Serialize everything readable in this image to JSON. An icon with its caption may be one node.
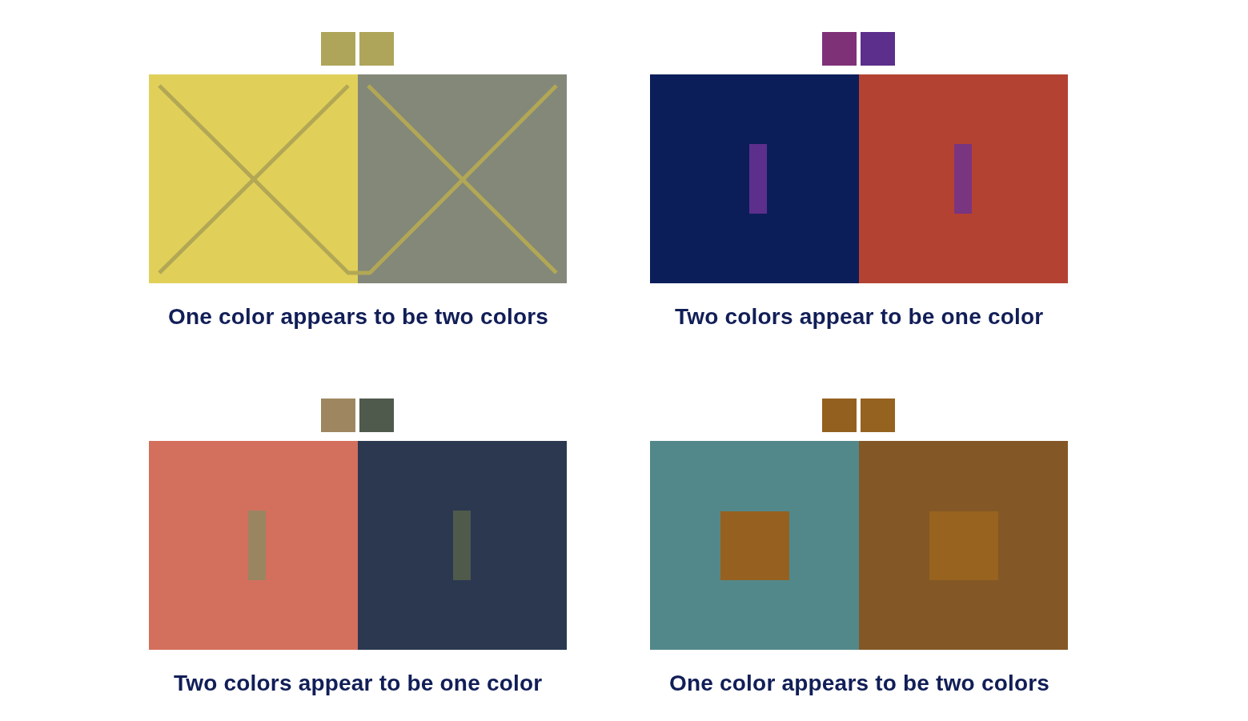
{
  "diagram": {
    "labels": [
      "One color appears to be two colors",
      "Two colors appear to be one color",
      "Two colors appear to be one color",
      "One color appears to be two colors"
    ]
  }
}
